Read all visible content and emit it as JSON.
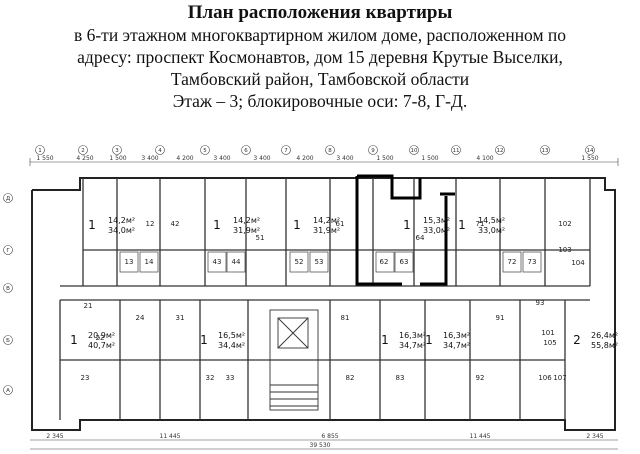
{
  "header": {
    "title": "План расположения квартиры",
    "lines": [
      "в 6-ти этажном многоквартирном жилом доме, расположенном по",
      "адресу: проспект Космонавтов, дом 15 деревня Крутые Выселки,",
      "Тамбовский район, Тамбовской области",
      "Этаж – 3; блокировочные оси: 7-8, Г-Д."
    ]
  },
  "plan": {
    "top_dimensions": [
      "1 550",
      "4 250",
      "1 500",
      "3 400",
      "4 200",
      "3 400",
      "3 400",
      "4 200",
      "3 400",
      "1 500",
      "1 500",
      "4 100",
      "1 550"
    ],
    "bottom_dimensions": [
      "2 345",
      "11 445",
      "6 855",
      "11 445",
      "2 345"
    ],
    "bottom_total": "39 530",
    "axes_top": [
      "1",
      "2",
      "3",
      "4",
      "5",
      "6",
      "7",
      "8",
      "9",
      "10",
      "11",
      "12",
      "13",
      "14"
    ],
    "axes_left": [
      "Д",
      "Г",
      "В",
      "Б",
      "А"
    ],
    "units_top": [
      {
        "num": "1",
        "a1": "14,2м²",
        "a2": "34,0м²"
      },
      {
        "num": "1",
        "a1": "14,2м²",
        "a2": "31,9м²"
      },
      {
        "num": "1",
        "a1": "14,2м²",
        "a2": "31,9м²"
      },
      {
        "num": "1",
        "a1": "15,3м²",
        "a2": "33,0м²"
      },
      {
        "num": "1",
        "a1": "14,5м²",
        "a2": "33,0м²"
      }
    ],
    "units_bottom": [
      {
        "num": "1",
        "a1": "20,9м²",
        "a2": "40,7м²"
      },
      {
        "num": "1",
        "a1": "16,5м²",
        "a2": "34,4м²"
      },
      {
        "num": "1",
        "a1": "16,3м²",
        "a2": "34,7м²"
      },
      {
        "num": "1",
        "a1": "16,3м²",
        "a2": "34,7м²"
      },
      {
        "num": "2",
        "a1": "26,4м²",
        "a2": "55,8м²"
      }
    ],
    "room_numbers": [
      "12",
      "13",
      "14",
      "42",
      "43",
      "44",
      "51",
      "52",
      "53",
      "61",
      "62",
      "63",
      "64",
      "71",
      "72",
      "73",
      "102",
      "103",
      "104",
      "21",
      "22",
      "23",
      "24",
      "31",
      "32",
      "33",
      "81",
      "82",
      "83",
      "91",
      "92",
      "93",
      "101",
      "105",
      "106",
      "107"
    ]
  }
}
